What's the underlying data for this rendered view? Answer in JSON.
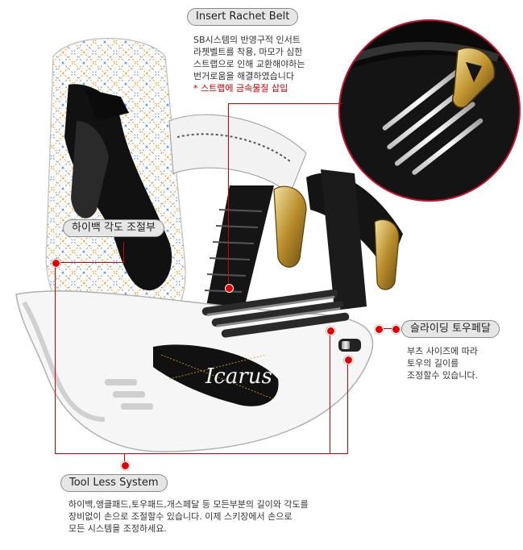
{
  "callouts": {
    "ratchet": {
      "title": "Insert Rachet Belt",
      "lines": [
        "SB시스템의 반영구적 인서트",
        "라쳇벨트를 착용, 마모가 심한",
        "스트랩으로 인해 교환해야하는",
        "번거로움을 해결하였습니다"
      ],
      "warning": "* 스트랩에 금속물질 삽입"
    },
    "highback": {
      "title": "하이백 각도 조절부"
    },
    "toepedal": {
      "title": "슬라이딩 토우페달",
      "lines": [
        "부츠 사이즈에 따라",
        "토우의 길이를",
        "조정할수 있습니다."
      ]
    },
    "toolless": {
      "title": "Tool Less System",
      "lines": [
        "하이백,앵클패드,토우패드,개스페달 등 모든부분의 길이와 각도를",
        "장비없이 손으로 조절할수 있습니다. 이제 스키장에서 손으로",
        "모든 시스템을 조정하세요."
      ]
    }
  },
  "product": {
    "logo_text": "Icarus"
  },
  "colors": {
    "accent": "#cc0000",
    "pill_bg": "#e6e6e6"
  }
}
